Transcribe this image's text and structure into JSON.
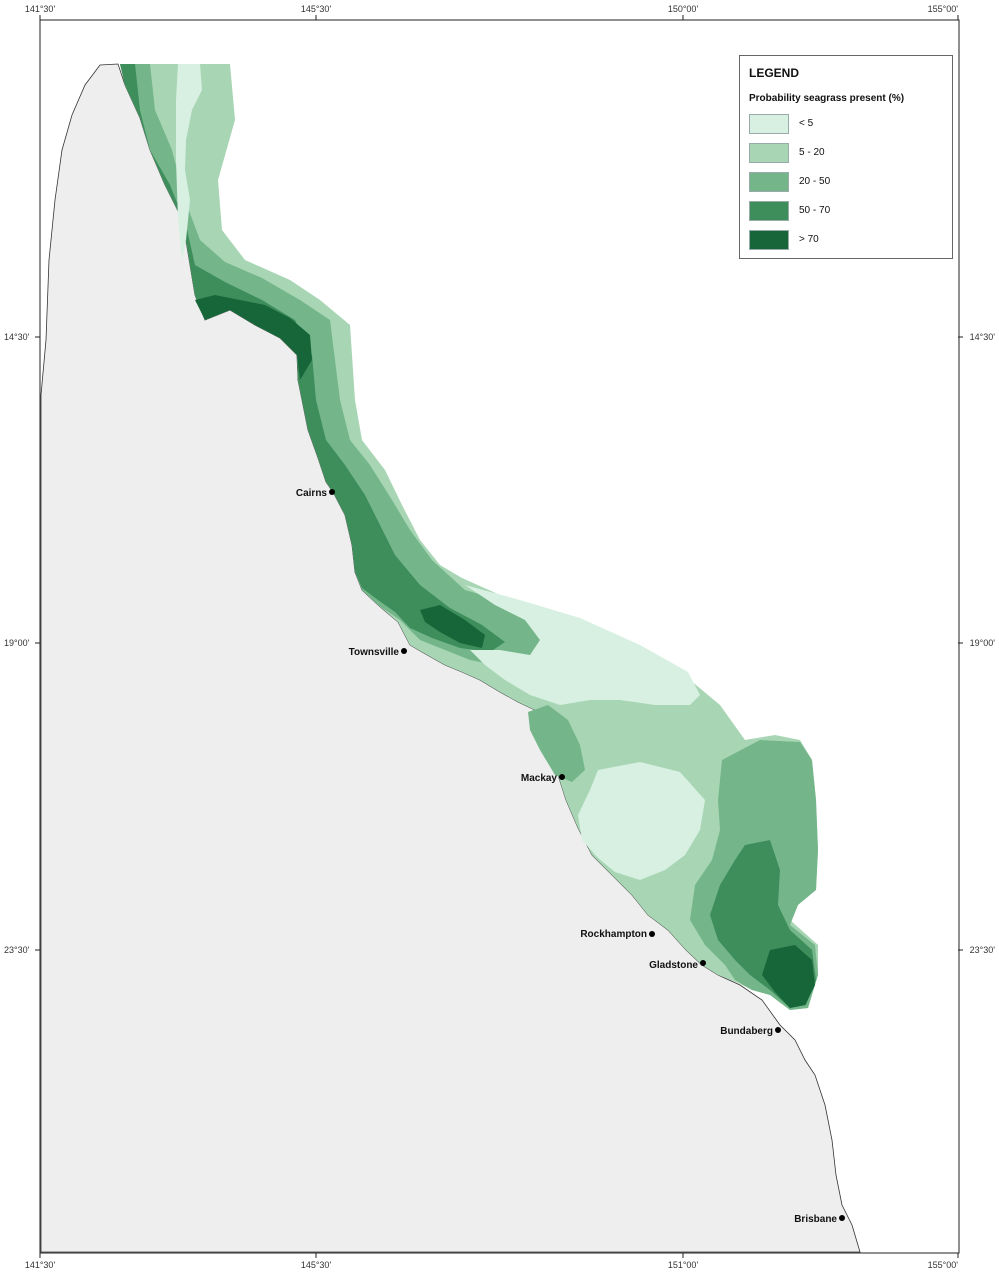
{
  "map": {
    "colors": {
      "land": "#eeeeee",
      "class_lt5": "#d8f0e1",
      "class_5_20": "#a8d6b5",
      "class_20_50": "#74b68a",
      "class_50_70": "#3e8e5c",
      "class_gt70": "#17663a"
    },
    "ticks": {
      "top": [
        "141°30'",
        "145°30'",
        "150°00'",
        "155°00'"
      ],
      "bottom": [
        "141°30'",
        "145°30'",
        "151°00'",
        "155°00'"
      ],
      "left": [
        "14°30'",
        "19°00'",
        "23°30'"
      ],
      "right": [
        "14°30'",
        "19°00'",
        "23°30'"
      ]
    },
    "cities": [
      {
        "name": "Cairns"
      },
      {
        "name": "Townsville"
      },
      {
        "name": "Mackay"
      },
      {
        "name": "Rockhampton"
      },
      {
        "name": "Gladstone"
      },
      {
        "name": "Bundaberg"
      },
      {
        "name": "Brisbane"
      }
    ]
  },
  "legend": {
    "title": "LEGEND",
    "subtitle": "Probability seagrass present (%)",
    "classes": [
      {
        "label": "< 5",
        "color": "#d8f0e1"
      },
      {
        "label": "5 - 20",
        "color": "#a8d6b5"
      },
      {
        "label": "20 - 50",
        "color": "#74b68a"
      },
      {
        "label": "50 - 70",
        "color": "#3e8e5c"
      },
      {
        "label": "> 70",
        "color": "#17663a"
      }
    ]
  }
}
